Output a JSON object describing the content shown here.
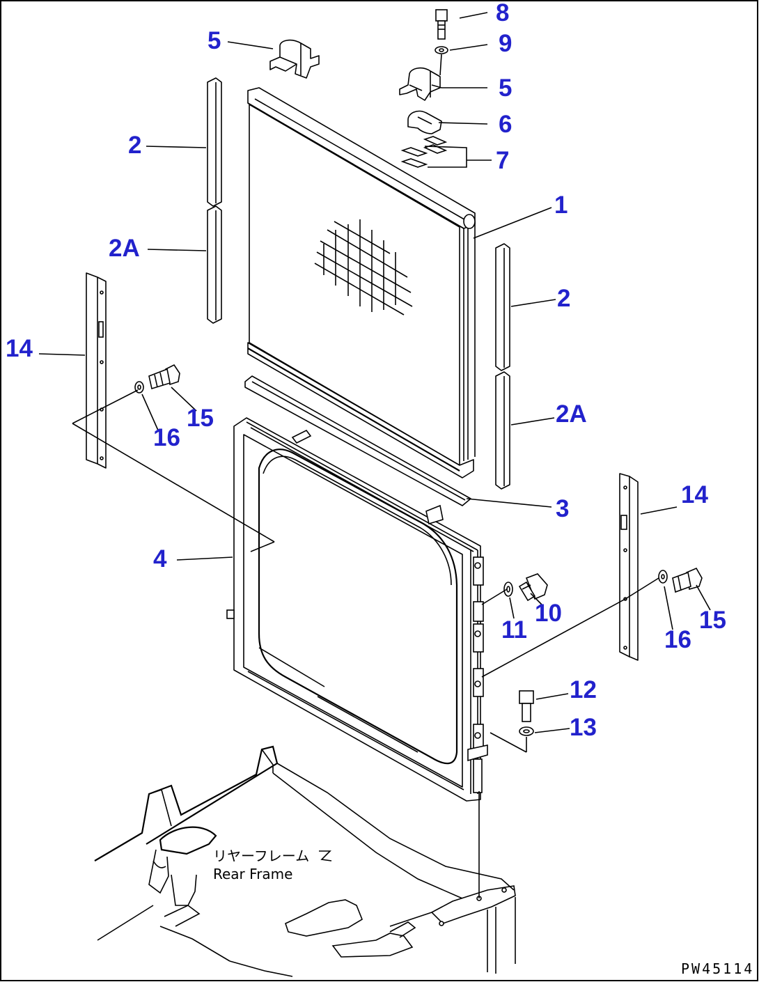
{
  "drawing": {
    "reference_code": "PW45114",
    "frame_label_jp": "リヤーフレーム",
    "frame_label_en": "Rear Frame"
  },
  "callouts": {
    "c1": "1",
    "c2_left": "2",
    "c2_right": "2",
    "c2a_left": "2A",
    "c2a_right": "2A",
    "c3": "3",
    "c4": "4",
    "c5_left": "5",
    "c5_right": "5",
    "c6": "6",
    "c7": "7",
    "c8": "8",
    "c9": "9",
    "c10": "10",
    "c11": "11",
    "c12": "12",
    "c13": "13",
    "c14_left": "14",
    "c14_right": "14",
    "c15_left": "15",
    "c15_right": "15",
    "c16_left": "16",
    "c16_right": "16"
  },
  "colors": {
    "callout": "#2222cc",
    "line": "#000000",
    "background": "#ffffff"
  }
}
